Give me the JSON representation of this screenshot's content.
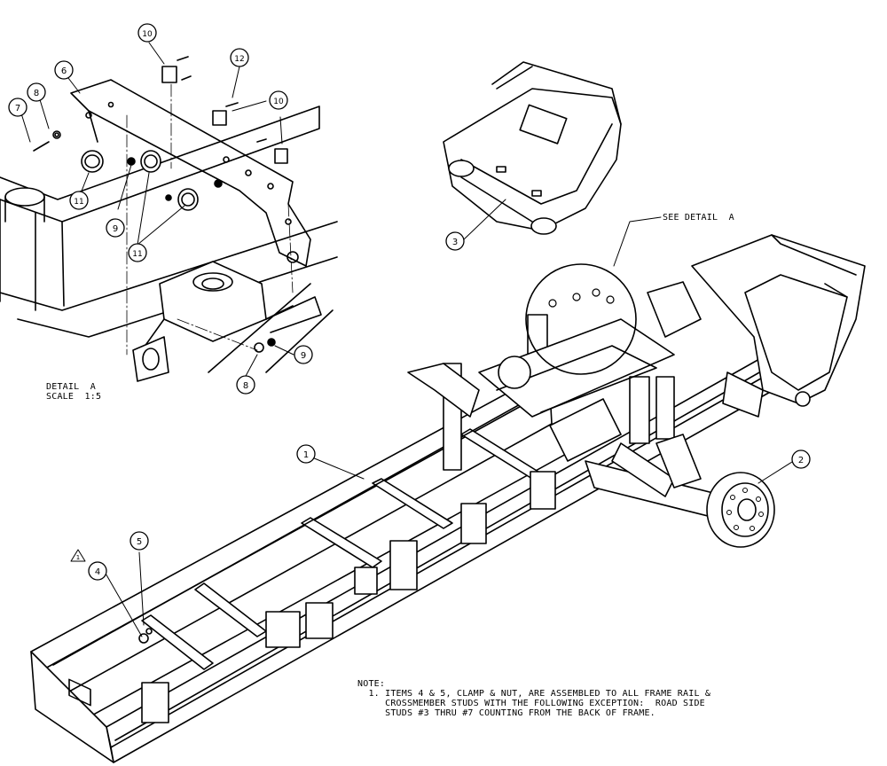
{
  "detail_label": {
    "line1": "DETAIL  A",
    "line2": "SCALE  1:5"
  },
  "see_detail": "SEE DETAIL  A",
  "warning_symbol": "1",
  "note": {
    "heading": "NOTE:",
    "line1": "  1. ITEMS 4 & 5, CLAMP & NUT, ARE ASSEMBLED TO ALL FRAME RAIL &",
    "line2": "     CROSSMEMBER STUDS WITH THE FOLLOWING EXCEPTION:  ROAD SIDE",
    "line3": "     STUDS #3 THRU #7 COUNTING FROM THE BACK OF FRAME."
  },
  "callouts": [
    {
      "id": "callout-1",
      "number": "1"
    },
    {
      "id": "callout-2",
      "number": "2"
    },
    {
      "id": "callout-3",
      "number": "3"
    },
    {
      "id": "callout-4",
      "number": "4"
    },
    {
      "id": "callout-5",
      "number": "5"
    },
    {
      "id": "callout-6",
      "number": "6"
    },
    {
      "id": "callout-7",
      "number": "7"
    },
    {
      "id": "callout-8a",
      "number": "8"
    },
    {
      "id": "callout-8b",
      "number": "8"
    },
    {
      "id": "callout-9a",
      "number": "9"
    },
    {
      "id": "callout-9b",
      "number": "9"
    },
    {
      "id": "callout-10a",
      "number": "10"
    },
    {
      "id": "callout-10b",
      "number": "10"
    },
    {
      "id": "callout-11a",
      "number": "11"
    },
    {
      "id": "callout-11b",
      "number": "11"
    },
    {
      "id": "callout-12",
      "number": "12"
    }
  ]
}
